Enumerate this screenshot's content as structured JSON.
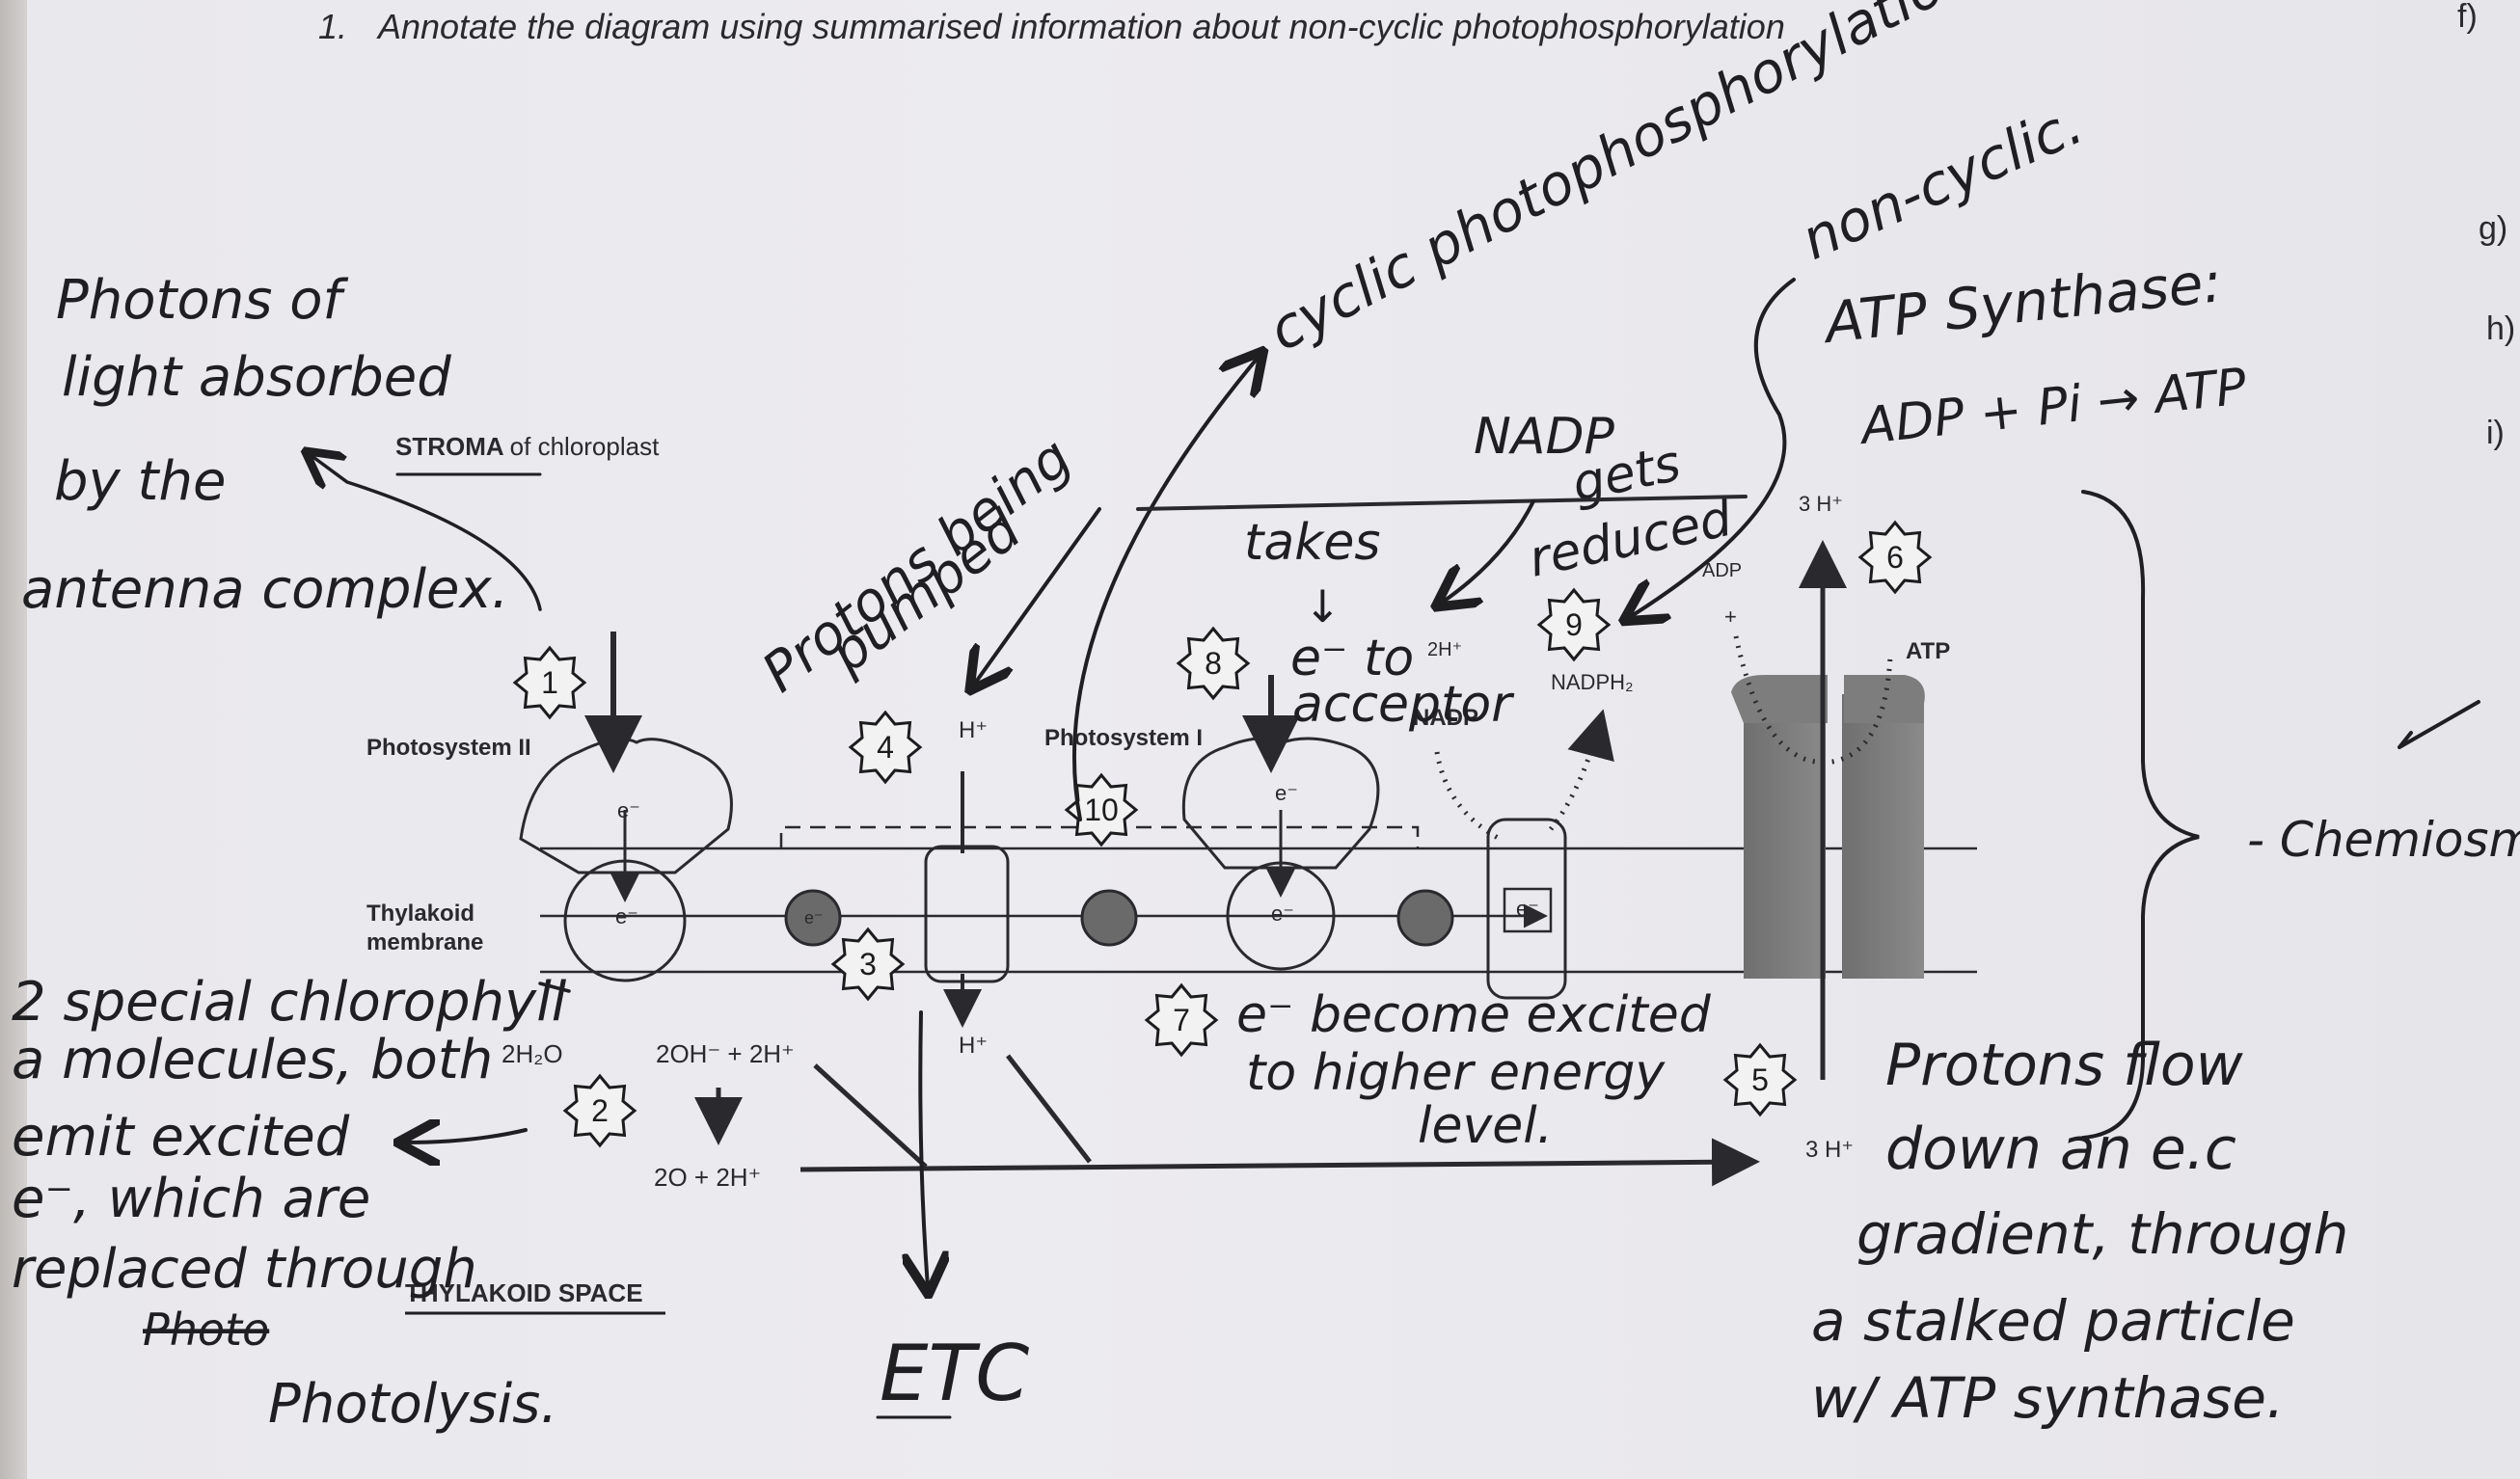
{
  "question": {
    "number": "1.",
    "text": "Annotate the diagram using summarised information about non-cyclic photophosphorylation"
  },
  "margin_letters": [
    "f)",
    "g)",
    "h)",
    "i)"
  ],
  "printed_labels": {
    "stroma": "STROMA",
    "stroma_suffix": "of chloroplast",
    "photosystem_ii": "Photosystem II",
    "photosystem_i": "Photosystem I",
    "thylakoid_membrane_1": "Thylakoid",
    "thylakoid_membrane_2": "membrane",
    "thylakoid_space": "THYLAKOID SPACE",
    "water": "2H₂O",
    "hydroxide": "2OH⁻ + 2H⁺",
    "oxygen": "2O + 2H⁺",
    "h_plus_top": "H⁺",
    "h_plus_bottom": "H⁺",
    "nadp": "NADP",
    "two_h": "2H⁺",
    "nadph": "NADPH₂",
    "adp": "ADP",
    "plus": "+",
    "atp": "ATP",
    "three_h_top": "3 H⁺",
    "three_h_bottom": "3 H⁺",
    "electron": "e⁻"
  },
  "step_numbers": [
    "1",
    "2",
    "3",
    "4",
    "5",
    "6",
    "7",
    "8",
    "9",
    "10"
  ],
  "handwritten": {
    "photons": [
      "Photons of",
      "light absorbed",
      "by the",
      "antenna complex."
    ],
    "chlorophyll": [
      "2 special chlorophyll",
      "a molecules, both",
      "emit excited",
      "e⁻, which are",
      "replaced through",
      "Photo",
      "Photolysis."
    ],
    "protons_pumped": [
      "Protons being",
      "pumped"
    ],
    "cyclic": "cyclic photophosphorylation",
    "non_cyclic": "non-cyclic.",
    "atp_synthase": [
      "ATP Synthase:",
      "ADP + Pi → ATP"
    ],
    "nadp_reduced": [
      "NADP",
      "gets",
      "reduced"
    ],
    "takes": [
      "takes",
      "↓",
      "e⁻ to",
      "acceptor"
    ],
    "excited": [
      "e⁻ become excited",
      "to higher energy",
      "level."
    ],
    "etc": "ETC",
    "protons_flow": [
      "Protons flow",
      "down an e.c",
      "gradient, through",
      "a stalked particle",
      "w/ ATP synthase."
    ],
    "chemiosmosis": "- Chemiosmosis"
  }
}
